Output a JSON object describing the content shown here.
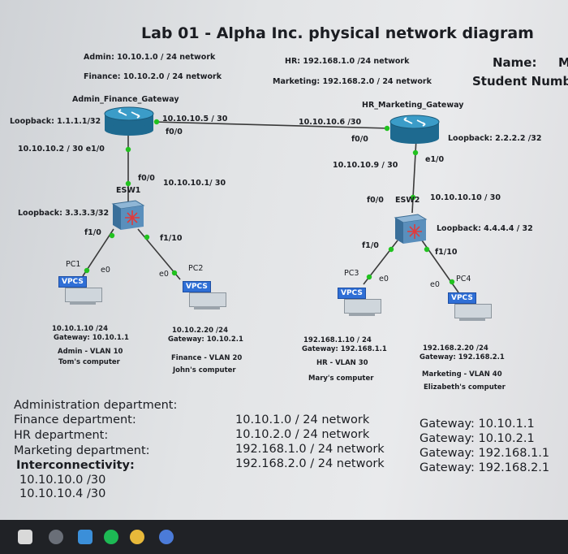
{
  "title": "Lab 01 - Alpha Inc. physical network diagram",
  "networks": {
    "admin": "Admin: 10.10.1.0 / 24 network",
    "finance": "Finance: 10.10.2.0 / 24 network",
    "hr": "HR: 192.168.1.0 /24 network",
    "marketing": "Marketing: 192.168.2.0 / 24 network"
  },
  "student": {
    "name_label": "Name:",
    "name_cut": "M",
    "number_label": "Student Numb"
  },
  "r1": {
    "name": "Admin_Finance_Gateway",
    "loopback": "Loopback: 1.1.1.1/32",
    "f00_ip": "10.10.10.5 / 30",
    "f00": "f0/0",
    "e10": "10.10.10.2 / 30  e1/0"
  },
  "r2": {
    "name": "HR_Marketing_Gateway",
    "f00_ip": "10.10.10.6 /30",
    "f00": "f0/0",
    "loopback": "Loopback: 2.2.2.2 /32",
    "e10": "e1/0",
    "e10_ip": "10.10.10.9 / 30"
  },
  "esw1": {
    "name": "ESW1",
    "f00": "f0/0",
    "f00_ip": "10.10.10.1/ 30",
    "loopback": "Loopback: 3.3.3.3/32",
    "f10": "f1/0",
    "f110": "f1/10"
  },
  "esw2": {
    "name": "ESW2",
    "f00": "f0/0",
    "f00_ip": "10.10.10.10 / 30",
    "loopback": "Loopback: 4.4.4.4 / 32",
    "f10": "f1/0",
    "f110": "f1/10"
  },
  "pcs": [
    {
      "name": "PC1",
      "port": "e0",
      "type": "VPCS",
      "ip": "10.10.1.10 /24",
      "gateway": "Gateway: 10.10.1.1",
      "vlan": "Admin - VLAN 10",
      "owner": "Tom's computer"
    },
    {
      "name": "PC2",
      "port": "e0",
      "type": "VPCS",
      "ip": "10.10.2.20 /24",
      "gateway": "Gateway: 10.10.2.1",
      "vlan": "Finance - VLAN 20",
      "owner": "John's computer"
    },
    {
      "name": "PC3",
      "port": "e0",
      "type": "VPCS",
      "ip": "192.168.1.10 / 24",
      "gateway": "Gateway: 192.168.1.1",
      "vlan": "HR - VLAN 30",
      "owner": "Mary's computer"
    },
    {
      "name": "PC4",
      "port": "e0",
      "type": "VPCS",
      "ip": "192.168.2.20 /24",
      "gateway": "Gateway: 192.168.2.1",
      "vlan": "Marketing - VLAN 40",
      "owner": "Elizabeth's computer"
    }
  ],
  "summary": {
    "departments": [
      "Administration department:",
      "Finance department:",
      "HR department:",
      "Marketing department:"
    ],
    "networks": [
      "10.10.1.0 / 24 network",
      "10.10.2.0 / 24 network",
      "192.168.1.0 / 24 network",
      "192.168.2.0 / 24 network"
    ],
    "gateways": [
      "Gateway: 10.10.1.1",
      "Gateway: 10.10.2.1",
      "Gateway: 192.168.1.1",
      "Gateway: 192.168.2.1"
    ],
    "interconnect_label": "Interconnectivity:",
    "interconnect": [
      "10.10.10.0 /30",
      "10.10.10.4 /30"
    ]
  },
  "colors": {
    "link": "#3a3a3a",
    "link_dot": "#21c21f",
    "router": "#2a7fa8",
    "switch": "#4f87b5",
    "vpcs": "#2f6fd6",
    "taskbar": "#202226"
  }
}
